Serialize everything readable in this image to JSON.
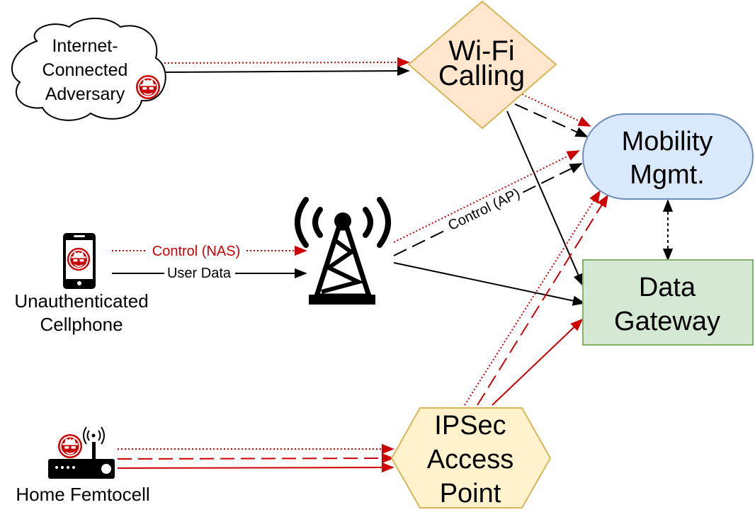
{
  "nodes": {
    "adversary": {
      "label_lines": [
        "Internet-",
        "Connected",
        "Adversary"
      ]
    },
    "wifi": {
      "label_lines": [
        "Wi-Fi",
        "Calling"
      ],
      "fill": "#ffe6cc",
      "stroke": "#d6b656"
    },
    "mobility": {
      "label_lines": [
        "Mobility",
        "Mgmt."
      ],
      "fill": "#dae8fc",
      "stroke": "#6c8ebf"
    },
    "gateway": {
      "label_lines": [
        "Data",
        "Gateway"
      ],
      "fill": "#d5e8d4",
      "stroke": "#82b366"
    },
    "ipsec": {
      "label_lines": [
        "IPSec",
        "Access",
        "Point"
      ],
      "fill": "#fff2cc",
      "stroke": "#d6b656"
    },
    "cellphone": {
      "label_lines": [
        "Unauthenticated",
        "Cellphone"
      ]
    },
    "femtocell": {
      "label": "Home Femtocell"
    },
    "tower": {
      "icon": "cell-tower-icon"
    }
  },
  "edge_labels": {
    "control_nas": "Control (NAS)",
    "user_data": "User Data",
    "control_ap": "Control (AP)"
  },
  "colors": {
    "attack": "#cc0000",
    "normal": "#000000",
    "spy_icon": "#cc0000"
  },
  "icons": [
    "spy-icon",
    "cellphone-icon",
    "cell-tower-icon",
    "router-icon"
  ]
}
